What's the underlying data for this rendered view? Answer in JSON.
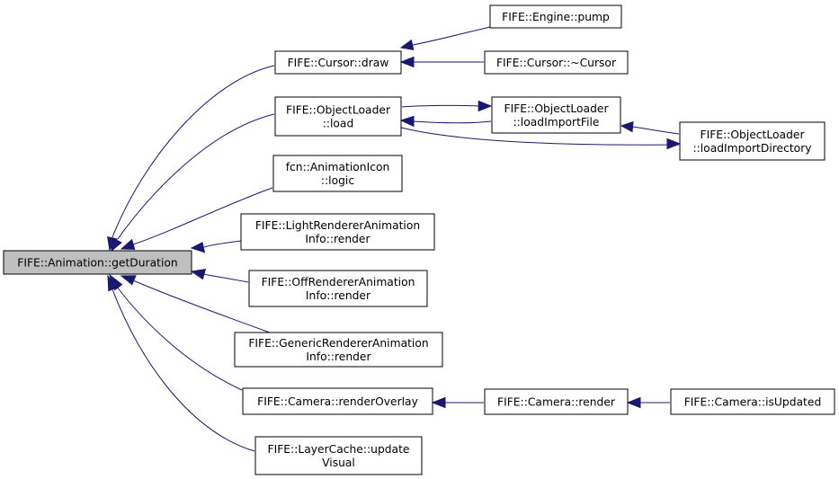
{
  "graph": {
    "colors": {
      "edge": "#191970",
      "root_fill": "#bfbfbf",
      "node_fill": "#ffffff",
      "border": "#000000"
    },
    "nodes": {
      "root": {
        "lines": [
          "FIFE::Animation::getDuration"
        ]
      },
      "cursor_draw": {
        "lines": [
          "FIFE::Cursor::draw"
        ]
      },
      "engine_pump": {
        "lines": [
          "FIFE::Engine::pump"
        ]
      },
      "cursor_dtor": {
        "lines": [
          "FIFE::Cursor::~Cursor"
        ]
      },
      "objloader_load": {
        "lines": [
          "FIFE::ObjectLoader",
          "::load"
        ]
      },
      "objloader_loadimportfile": {
        "lines": [
          "FIFE::ObjectLoader",
          "::loadImportFile"
        ]
      },
      "objloader_loadimportdirectory": {
        "lines": [
          "FIFE::ObjectLoader",
          "::loadImportDirectory"
        ]
      },
      "animicon_logic": {
        "lines": [
          "fcn::AnimationIcon",
          "::logic"
        ]
      },
      "light_render": {
        "lines": [
          "FIFE::LightRendererAnimation",
          "Info::render"
        ]
      },
      "off_render": {
        "lines": [
          "FIFE::OffRendererAnimation",
          "Info::render"
        ]
      },
      "generic_render": {
        "lines": [
          "FIFE::GenericRendererAnimation",
          "Info::render"
        ]
      },
      "camera_renderoverlay": {
        "lines": [
          "FIFE::Camera::renderOverlay"
        ]
      },
      "camera_render": {
        "lines": [
          "FIFE::Camera::render"
        ]
      },
      "camera_isupdated": {
        "lines": [
          "FIFE::Camera::isUpdated"
        ]
      },
      "layercache_update": {
        "lines": [
          "FIFE::LayerCache::update",
          "Visual"
        ]
      }
    },
    "edges": [
      {
        "from": "cursor_draw",
        "to": "root"
      },
      {
        "from": "objloader_load",
        "to": "root"
      },
      {
        "from": "animicon_logic",
        "to": "root"
      },
      {
        "from": "light_render",
        "to": "root"
      },
      {
        "from": "off_render",
        "to": "root"
      },
      {
        "from": "generic_render",
        "to": "root"
      },
      {
        "from": "camera_renderoverlay",
        "to": "root"
      },
      {
        "from": "layercache_update",
        "to": "root"
      },
      {
        "from": "engine_pump",
        "to": "cursor_draw"
      },
      {
        "from": "cursor_dtor",
        "to": "cursor_draw"
      },
      {
        "from": "objloader_loadimportfile",
        "to": "objloader_load"
      },
      {
        "from": "objloader_loadimportdirectory",
        "to": "objloader_load"
      },
      {
        "from": "objloader_load",
        "to": "objloader_loadimportfile"
      },
      {
        "from": "objloader_loadimportdirectory",
        "to": "objloader_loadimportfile"
      },
      {
        "from": "camera_render",
        "to": "camera_renderoverlay"
      },
      {
        "from": "camera_isupdated",
        "to": "camera_render"
      }
    ]
  }
}
